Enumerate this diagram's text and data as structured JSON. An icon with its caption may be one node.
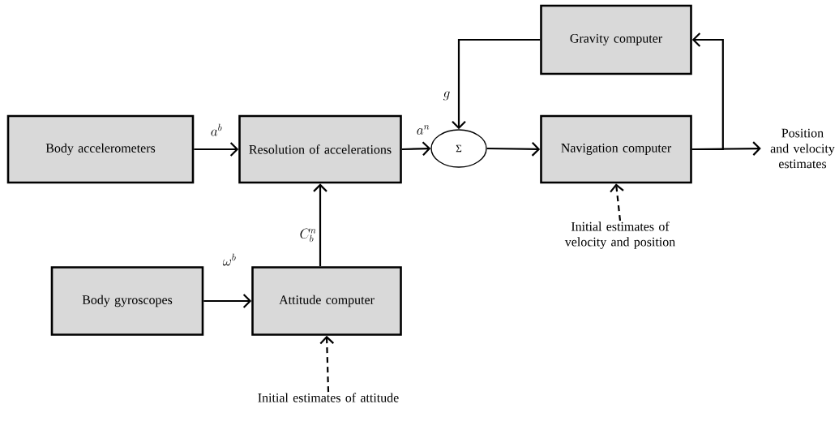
{
  "diagram": {
    "nodes": [
      {
        "text": [
          "Body accelerometers"
        ]
      },
      {
        "text": [
          "Resolution of accelerations"
        ]
      },
      {
        "text": [
          "Σ"
        ]
      },
      {
        "text": [
          "Gravity computer"
        ]
      },
      {
        "text": [
          "Navigation computer"
        ]
      },
      {
        "text": [
          "Position and velocity estimates"
        ]
      },
      {
        "text": [
          "Body gyroscopes"
        ]
      },
      {
        "text": [
          "Attitude computer"
        ]
      },
      {
        "text": [
          "Initial estimates of attitude"
        ]
      },
      {
        "text": [
          "Initial estimates of velocity and position"
        ]
      }
    ],
    "edges": [
      {
        "from": 0,
        "to": 1,
        "arrow": "to",
        "label": "a^{b}"
      },
      {
        "from": 1,
        "to": 2,
        "arrow": "to",
        "label": "a^{n}"
      },
      {
        "from": 2,
        "to": 4,
        "arrow": "to"
      },
      {
        "from": 4,
        "to": 5,
        "arrow": "to"
      },
      {
        "from": 4,
        "to": 3,
        "arrow": "to"
      },
      {
        "from": 3,
        "to": 2,
        "arrow": "to",
        "label": "g"
      },
      {
        "from": 6,
        "to": 7,
        "arrow": "to",
        "label": "\\omega^{b}"
      },
      {
        "from": 7,
        "to": 1,
        "arrow": "to",
        "label": "C_{b}^{n}"
      },
      {
        "from": 8,
        "to": 7,
        "arrow": "to",
        "style": "dashed"
      },
      {
        "from": 9,
        "to": 4,
        "arrow": "to",
        "style": "dashed"
      }
    ]
  }
}
